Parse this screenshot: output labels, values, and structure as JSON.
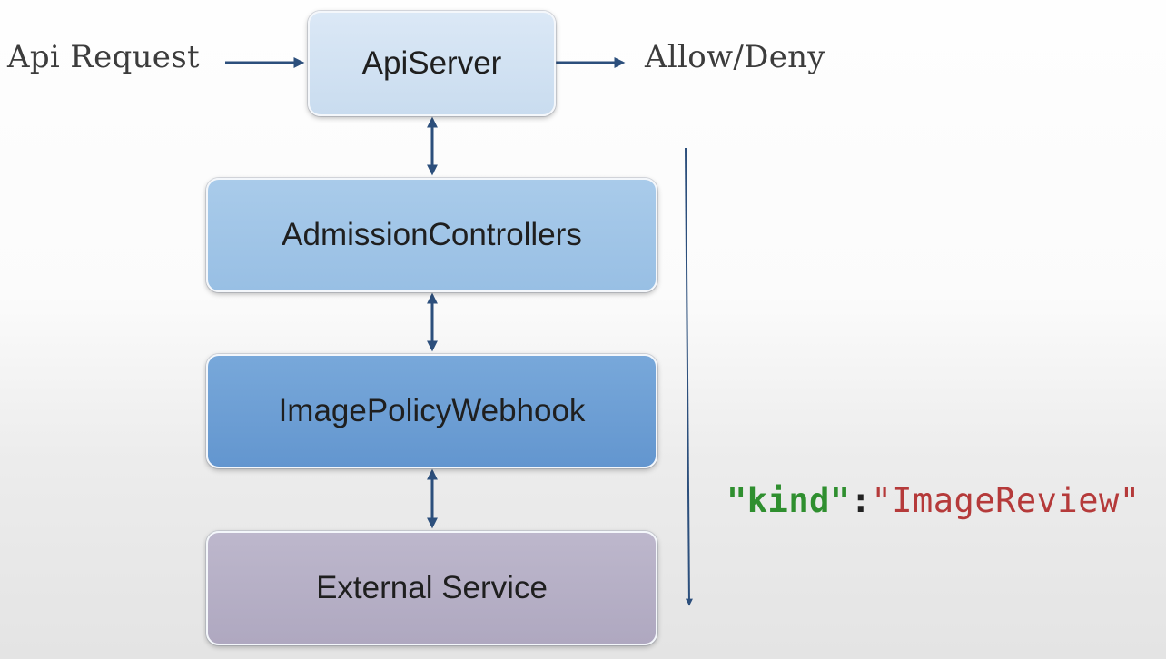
{
  "request_label": "Api Request",
  "result_label": "Allow/Deny",
  "boxes": {
    "apiserver": "ApiServer",
    "admission": "AdmissionControllers",
    "webhook": "ImagePolicyWebhook",
    "external": "External Service"
  },
  "snippet": {
    "key": "\"kind\"",
    "colon": ":",
    "value": "\"ImageReview\""
  },
  "colors": {
    "arrow": "#2c4f7c",
    "apiserver_fill": "#d2e2f3",
    "admission_fill": "#a3c6e8",
    "webhook_fill": "#6e9fd4",
    "external_fill": "#b7b1c7",
    "key_green": "#2f8f2f",
    "value_red": "#b53a3a"
  }
}
